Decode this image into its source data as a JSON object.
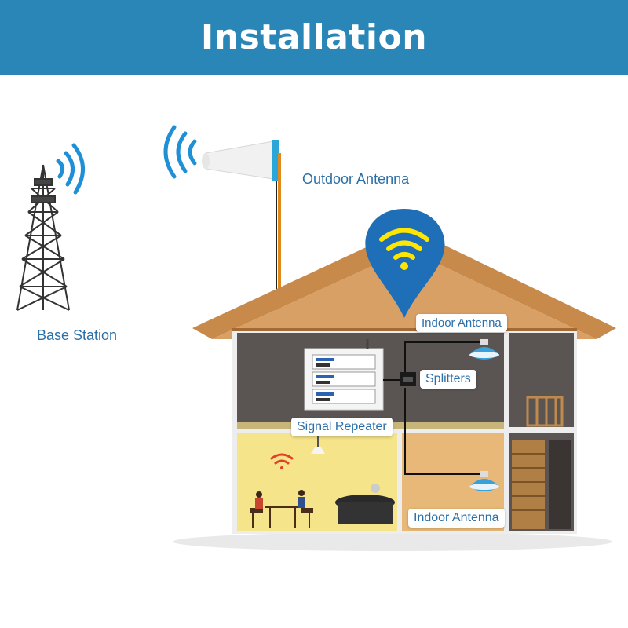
{
  "header": {
    "title": "Installation"
  },
  "labels": {
    "outdoor_antenna": "Outdoor Antenna",
    "base_station": "Base Station",
    "indoor_antenna_top": "Indoor Antenna",
    "splitters": "Splitters",
    "signal_repeater": "Signal Repeater",
    "indoor_antenna_bottom": "Indoor Antenna"
  },
  "colors": {
    "header_bg": "#2986b7",
    "label_text": "#2b6fa8",
    "signal_blue": "#1f8fd6",
    "wifi_yellow": "#ffe600",
    "roof": "#c88a4a",
    "cable_orange": "#e08a1e"
  },
  "icons": [
    "cell-tower-icon",
    "signal-waves-icon",
    "outdoor-antenna-icon",
    "wifi-pin-icon",
    "signal-repeater-icon",
    "splitter-icon",
    "ceiling-antenna-icon",
    "lamp-icon",
    "wifi-icon"
  ]
}
